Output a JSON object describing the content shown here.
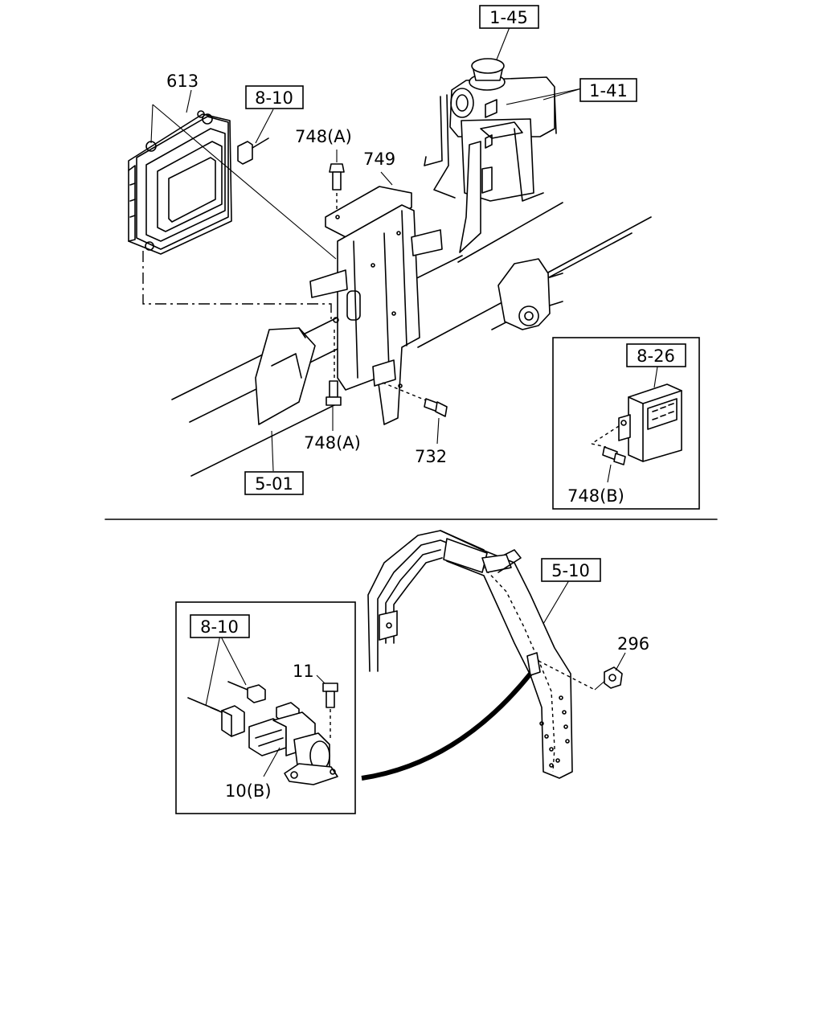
{
  "callouts": {
    "ref_1_45": "1-45",
    "ref_1_41": "1-41",
    "ref_8_10_top": "8-10",
    "ref_8_26": "8-26",
    "ref_5_01": "5-01",
    "ref_5_10": "5-10",
    "ref_8_10_bottom": "8-10"
  },
  "parts": {
    "p613": "613",
    "p748a_top": "748(A)",
    "p749": "749",
    "p748a_bottom": "748(A)",
    "p732": "732",
    "p748b": "748(B)",
    "p296": "296",
    "p11": "11",
    "p10b": "10(B)"
  }
}
